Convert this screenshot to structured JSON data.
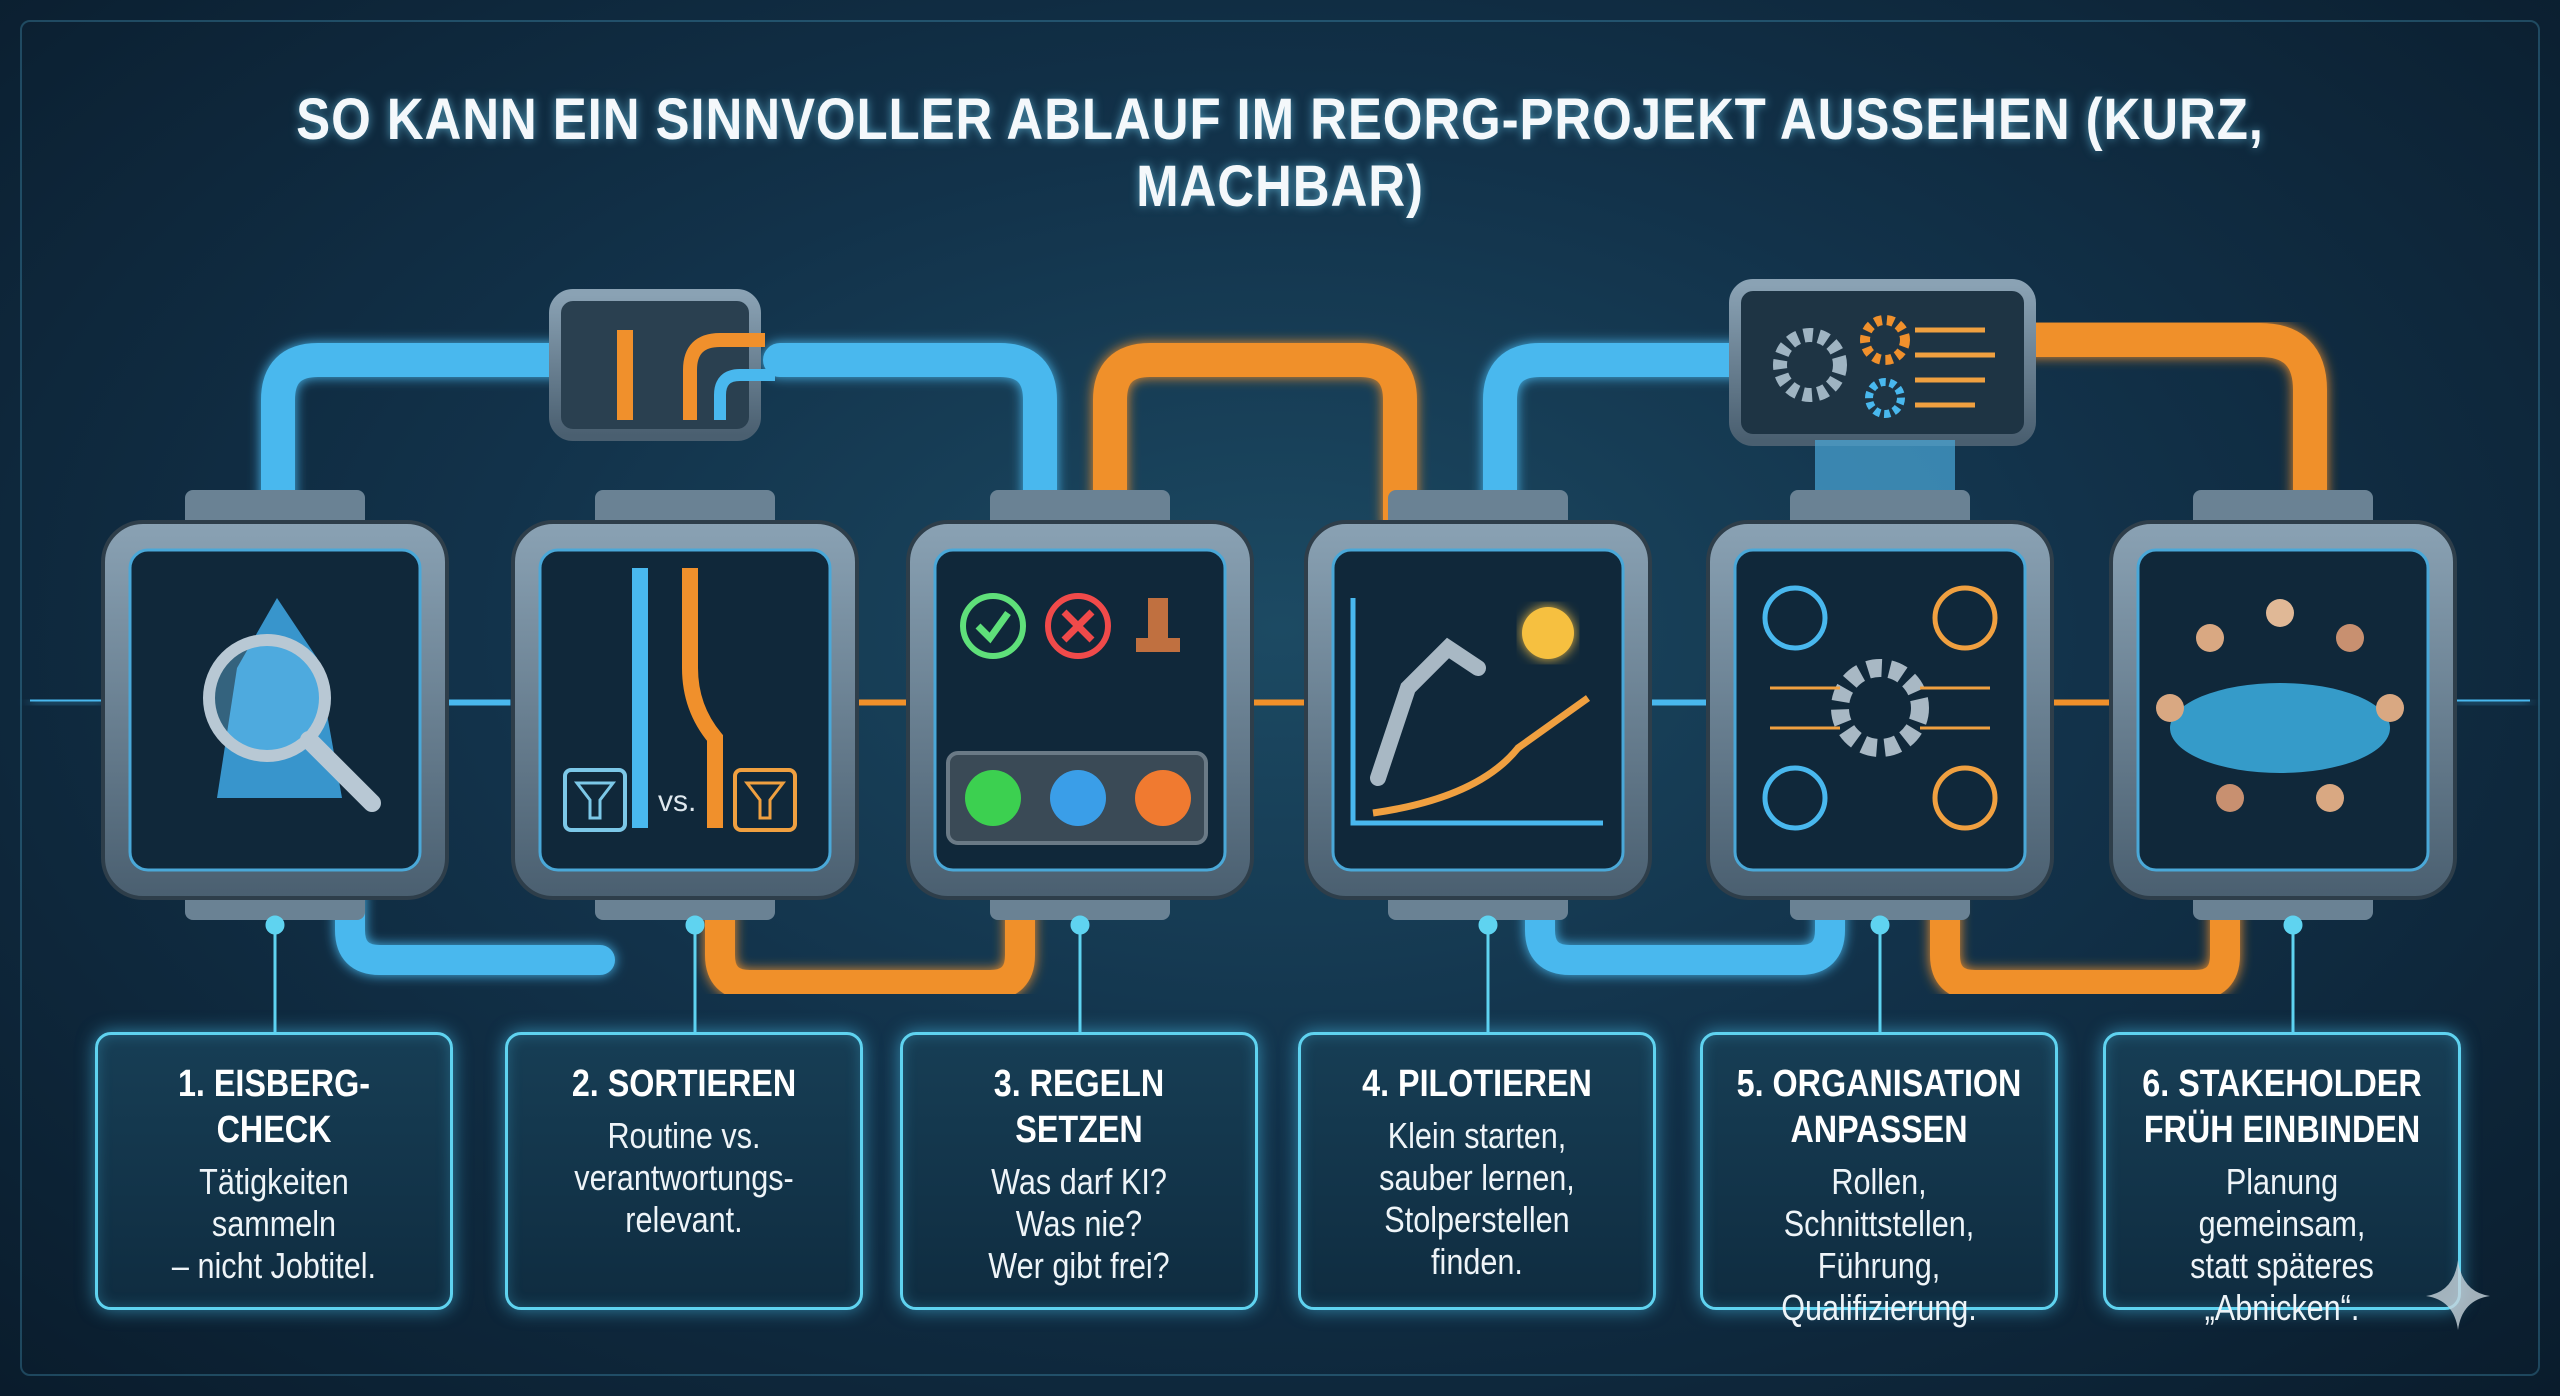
{
  "title": "SO KANN EIN SINNVOLLER ABLAUF IM REORG-PROJEKT AUSSEHEN (KURZ, MACHBAR)",
  "colors": {
    "blue_pipe": "#49b8ee",
    "orange_pipe": "#f0902c",
    "card_border": "#5fd3f0",
    "background": "#12324a"
  },
  "module2_vs_label": "vs.",
  "steps": [
    {
      "heading": "1. EISBERG-CHECK",
      "text": "Tätigkeiten sammeln\n– nicht Jobtitel.",
      "icon": "iceberg-magnifier-icon"
    },
    {
      "heading": "2. SORTIEREN",
      "text": "Routine vs.\nverantwortungs-\nrelevant.",
      "icon": "filter-split-icon"
    },
    {
      "heading": "3. REGELN SETZEN",
      "text": "Was darf KI?\nWas nie?\nWer gibt frei?",
      "icon": "rules-check-cross-stamp-icon"
    },
    {
      "heading": "4. PILOTIEREN",
      "text": "Klein starten,\nsauber lernen,\nStolperstellen\nfinden.",
      "icon": "robot-arm-growth-icon"
    },
    {
      "heading": "5. ORGANISATION\nANPASSEN",
      "text": "Rollen, Schnittstellen,\nFührung,\nQualifizierung.",
      "icon": "organisation-gear-network-icon"
    },
    {
      "heading": "6. STAKEHOLDER\nFRÜH EINBINDEN",
      "text": "Planung gemeinsam,\nstatt späteres\n„Abnicken“.",
      "icon": "meeting-table-icon"
    }
  ]
}
